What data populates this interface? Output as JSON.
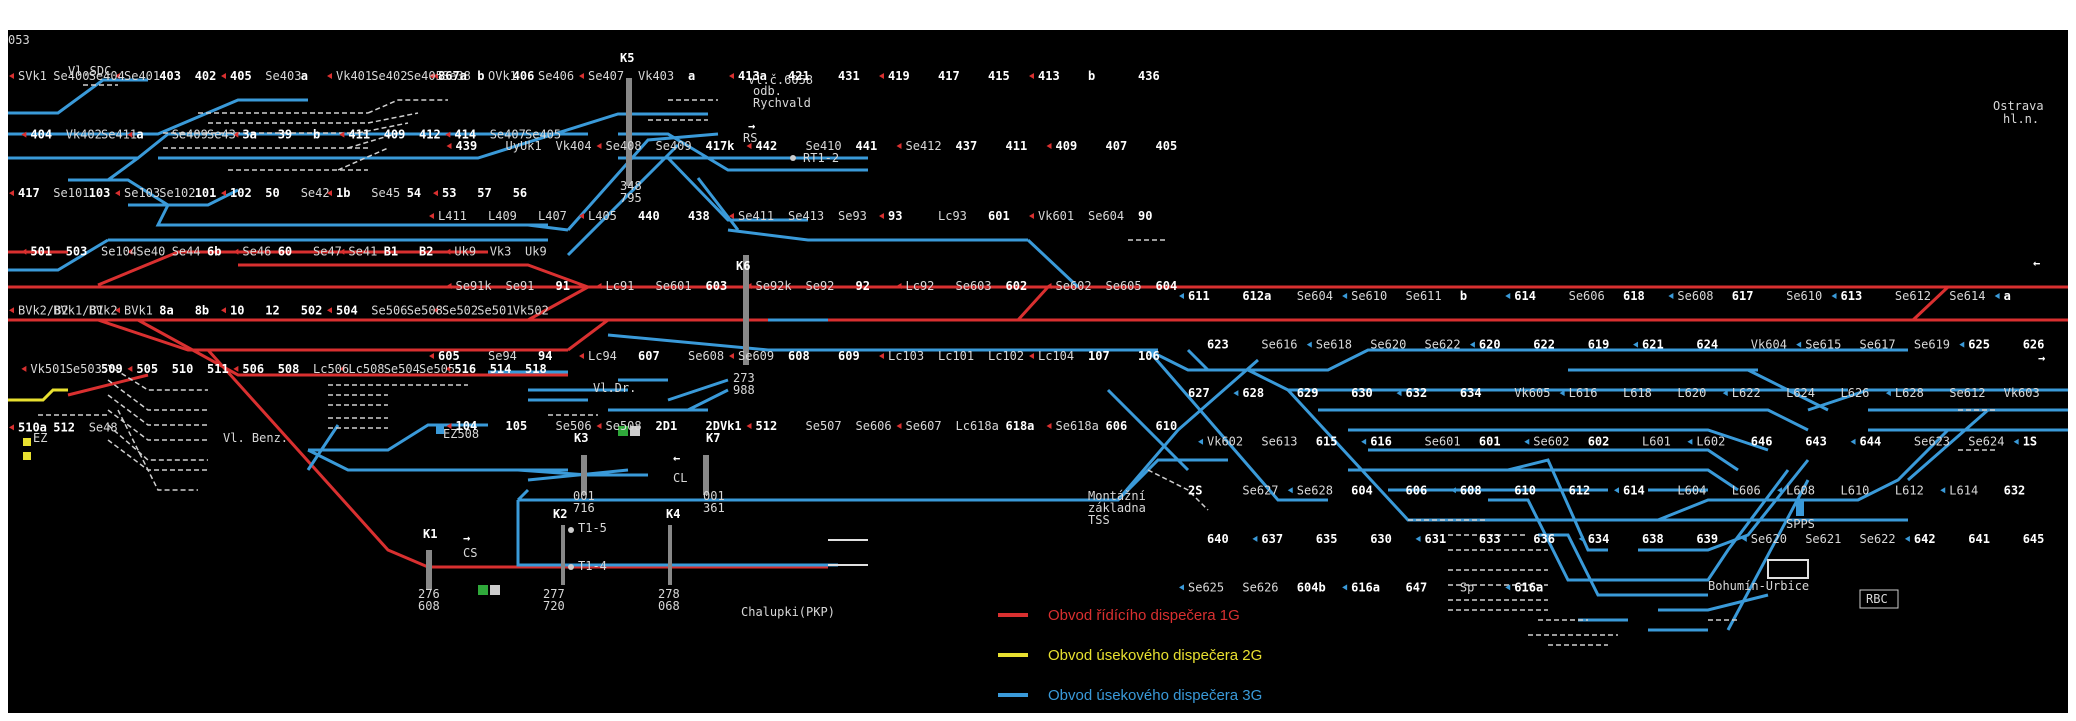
{
  "colors": {
    "red": "#d93030",
    "blue": "#3a9ad9",
    "yellow": "#e8e030",
    "white": "#e0e0e0"
  },
  "corner_label": "053",
  "station_right": [
    "Ostrava",
    "hl.n."
  ],
  "km_labels": [
    {
      "id": "k5",
      "text": "K5"
    },
    {
      "id": "k6",
      "text": "K6"
    },
    {
      "id": "k3",
      "text": "K3"
    },
    {
      "id": "k7",
      "text": "K7"
    },
    {
      "id": "k2",
      "text": "K2"
    },
    {
      "id": "k4",
      "text": "K4"
    },
    {
      "id": "k1",
      "text": "K1"
    }
  ],
  "place_labels": {
    "odb": "odb.",
    "rychvald": "Rychvald",
    "vl_sdc": "Vl.SDC",
    "vl_c6058": "Vl.č.6058",
    "vl_benz": "Vl. Benz.",
    "vl_dr": "Vl.Dr.",
    "chalupki": "Chalupki(PKP)",
    "bohumin_urbice": "Bohumín-Urbice",
    "rbc": "RBC",
    "spps": "SPPS",
    "montazni": [
      "Montážní",
      "základna",
      "TSS"
    ],
    "ez": "EZ",
    "ez508": "EZ508",
    "rt12": "RT1-2",
    "t15": "T1-5",
    "t14": "T1-4",
    "rs": "RS",
    "cs": "CS",
    "cl": "CL"
  },
  "km_numbers": {
    "k5": [
      "348",
      "795"
    ],
    "k6": [
      "273",
      "988"
    ],
    "k3": [
      "001",
      "716"
    ],
    "k7": [
      "001",
      "361"
    ],
    "k1": [
      "276",
      "608"
    ],
    "k2": [
      "277",
      "720"
    ],
    "k4": [
      "278",
      "068"
    ]
  },
  "signals": {
    "top_left": [
      "SVk1",
      "Se400",
      "Se404",
      "Se401",
      "403",
      "402",
      "405",
      "Se403",
      "a",
      "Vk401",
      "Se402",
      "Se405",
      "Se38",
      "b",
      "406",
      "404",
      "Vk402",
      "Se411",
      "a",
      "Se409",
      "Se43",
      "3a",
      "39",
      "b",
      "411",
      "409",
      "412",
      "414",
      "Se407",
      "Se405",
      "417",
      "Se101",
      "103",
      "Se103",
      "Se102",
      "101",
      "102",
      "50",
      "Se42",
      "1b",
      "Se45",
      "54",
      "53",
      "57",
      "56",
      "501",
      "503",
      "Se104",
      "Se40",
      "Se44",
      "6b",
      "Se46",
      "60",
      "Se47",
      "Se41",
      "B1",
      "B2",
      "Uk9",
      "Vk3",
      "Uk9",
      "BVk2/B2",
      "BVk1/B1",
      "BVk2",
      "BVk1",
      "8a",
      "8b",
      "10",
      "12",
      "502",
      "504",
      "Se506",
      "Se508",
      "Se502",
      "Se501",
      "Vk502",
      "Vk501",
      "Se503",
      "509",
      "505",
      "510",
      "511",
      "506",
      "508",
      "Lc506",
      "Lc508",
      "Se504",
      "Se505",
      "516",
      "514",
      "518",
      "510a",
      "512",
      "Se48"
    ],
    "center": [
      "867a",
      "OVk1",
      "Se406",
      "Se407",
      "Vk403",
      "a",
      "413a",
      "421",
      "431",
      "419",
      "417",
      "415",
      "413",
      "b",
      "436",
      "439",
      "UyUk1",
      "Vk404",
      "Se408",
      "Se409",
      "417k",
      "442",
      "Se410",
      "441",
      "Se412",
      "437",
      "411",
      "409",
      "407",
      "405",
      "L411",
      "L409",
      "L407",
      "L405",
      "440",
      "438",
      "Se411",
      "Se413",
      "Se93",
      "93",
      "Lc93",
      "601",
      "Vk601",
      "Se604",
      "90",
      "Se91k",
      "Se91",
      "91",
      "Lc91",
      "Se601",
      "603",
      "Se92k",
      "Se92",
      "92",
      "Lc92",
      "Se603",
      "602",
      "Se602",
      "Se605",
      "604",
      "605",
      "Se94",
      "94",
      "Lc94",
      "607",
      "Se608",
      "Se609",
      "608",
      "609",
      "Lc103",
      "Lc101",
      "Lc102",
      "Lc104",
      "107",
      "106",
      "104",
      "105",
      "Se506",
      "Se508",
      "2D1",
      "2DVk1",
      "512",
      "Se507",
      "Se606",
      "Se607",
      "Lc618a",
      "618a",
      "Se618a",
      "606",
      "610"
    ],
    "right": [
      "611",
      "612a",
      "Se604",
      "Se610",
      "Se611",
      "b",
      "614",
      "Se606",
      "618",
      "Se608",
      "617",
      "Se610",
      "613",
      "Se612",
      "Se614",
      "a",
      "623",
      "Se616",
      "Se618",
      "Se620",
      "Se622",
      "620",
      "622",
      "619",
      "621",
      "624",
      "Vk604",
      "Se615",
      "Se617",
      "Se619",
      "625",
      "626",
      "627",
      "628",
      "629",
      "630",
      "632",
      "634",
      "Vk605",
      "L616",
      "L618",
      "L620",
      "L622",
      "L624",
      "L626",
      "L628",
      "Se612",
      "Vk603",
      "Vk602",
      "Se613",
      "615",
      "616",
      "Se601",
      "601",
      "Se602",
      "602",
      "L601",
      "L602",
      "646",
      "643",
      "644",
      "Se623",
      "Se624",
      "1S",
      "2S",
      "Se627",
      "Se628",
      "604",
      "606",
      "608",
      "610",
      "612",
      "614",
      "L604",
      "L606",
      "L608",
      "L610",
      "L612",
      "L614",
      "632",
      "640",
      "637",
      "635",
      "630",
      "631",
      "633",
      "636",
      "634",
      "638",
      "639",
      "Se620",
      "Se621",
      "Se622",
      "642",
      "641",
      "645",
      "Se625",
      "Se626",
      "604b",
      "616a",
      "647",
      "Sp",
      "616a"
    ]
  },
  "legend": [
    {
      "color": "#d93030",
      "text": "Obvod řídícího dispečera 1G"
    },
    {
      "color": "#e8e030",
      "text": "Obvod úsekového dispečera 2G"
    },
    {
      "color": "#3a9ad9",
      "text": "Obvod úsekového dispečera 3G"
    }
  ]
}
